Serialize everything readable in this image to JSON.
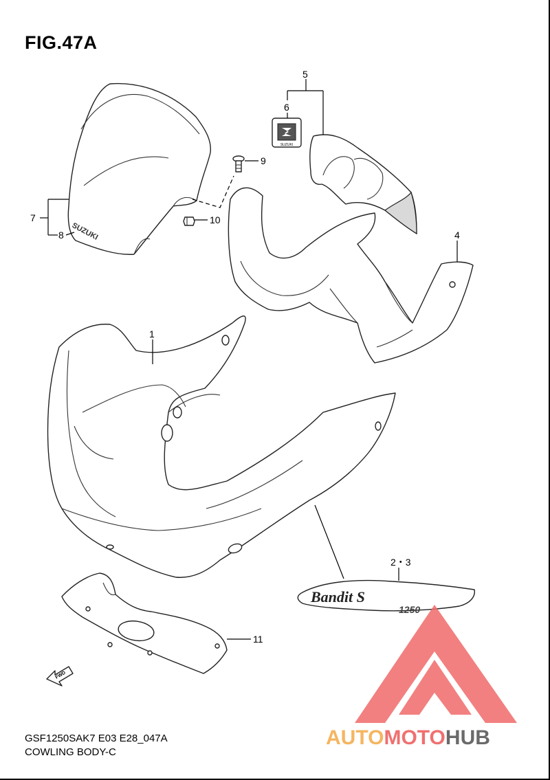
{
  "figure": {
    "title": "FIG.47A",
    "code": "GSF1250SAK7 E03 E28_047A",
    "name": "COWLING BODY-C"
  },
  "callouts": [
    "1",
    "2・3",
    "4",
    "5",
    "6",
    "7",
    "8",
    "9",
    "10",
    "11"
  ],
  "markings": {
    "brand_on_screen": "SUZUKI",
    "badge_text": "SUZUKI",
    "emblem_script": "Bandit S",
    "emblem_number": "1250",
    "fwd_arrow": "FWD"
  },
  "watermark": {
    "part1": "AUTO",
    "part2": "MOTO",
    "part3": "HUB",
    "color1": "#f5b560",
    "color2": "#f07070",
    "color3": "#6a6a6a",
    "logo_color": "#f06a6a"
  }
}
